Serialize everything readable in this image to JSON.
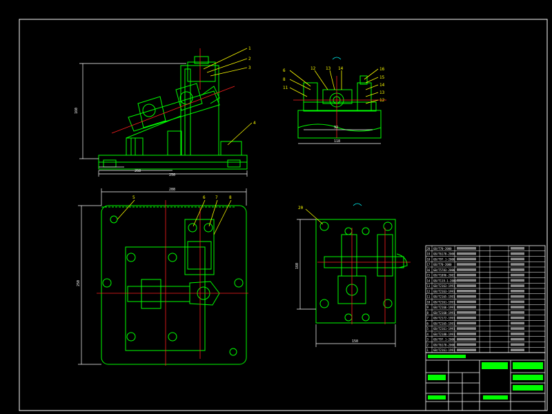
{
  "colors": {
    "background": "#000000",
    "frame": "#ffffff",
    "part": "#00ff00",
    "dimension": "#ffffff",
    "centerline": "#ff2020",
    "leader": "#ffff00",
    "hidden": "#00ffff",
    "title_text": "#00ff00"
  },
  "front_view": {
    "balloons": [
      "1",
      "2",
      "3",
      "4"
    ],
    "dims": [
      "160",
      "268",
      "250"
    ]
  },
  "side_view": {
    "balloons_left": [
      "6",
      "8",
      "11"
    ],
    "balloons_top": [
      "12",
      "13",
      "14"
    ],
    "balloons_right": [
      "16",
      "15",
      "14",
      "13",
      "12"
    ],
    "dims": [
      "92",
      "118"
    ]
  },
  "plan_view": {
    "balloons": [
      "5",
      "6",
      "7",
      "8"
    ],
    "dims": [
      "288",
      "250"
    ]
  },
  "side_plan_view": {
    "balloons": [
      "20"
    ],
    "dims": [
      "160",
      "150"
    ]
  },
  "bom": {
    "rows": [
      {
        "no": "20",
        "code": "GB/T70-2000"
      },
      {
        "no": "19",
        "code": "GB/T6170-2000"
      },
      {
        "no": "18",
        "code": "GB/T97.1-2000"
      },
      {
        "no": "17",
        "code": "GB/T70-2000"
      },
      {
        "no": "16",
        "code": "GB/T5783-2000"
      },
      {
        "no": "15",
        "code": "GB/T1096-2003"
      },
      {
        "no": "14",
        "code": "GB/T119.1-2000"
      },
      {
        "no": "13",
        "code": "GB/T2163-1991"
      },
      {
        "no": "12",
        "code": "GB/T2163-1991"
      },
      {
        "no": "11",
        "code": "GB/T2165-1991"
      },
      {
        "no": "10",
        "code": "GB/T2161-1991"
      },
      {
        "no": "9",
        "code": "GB/T2166-1991"
      },
      {
        "no": "8",
        "code": "GB/T2160-1991"
      },
      {
        "no": "7",
        "code": "GB/T2172-1991"
      },
      {
        "no": "6",
        "code": "GB/T2165-1991"
      },
      {
        "no": "5",
        "code": "GB/T2161-1991"
      },
      {
        "no": "4",
        "code": "GB/T2180-1991"
      },
      {
        "no": "3",
        "code": "GB/T97.1-2000"
      },
      {
        "no": "2",
        "code": "GB/T6170-2000"
      },
      {
        "no": "1",
        "code": "GB/T2161-1991"
      }
    ]
  }
}
